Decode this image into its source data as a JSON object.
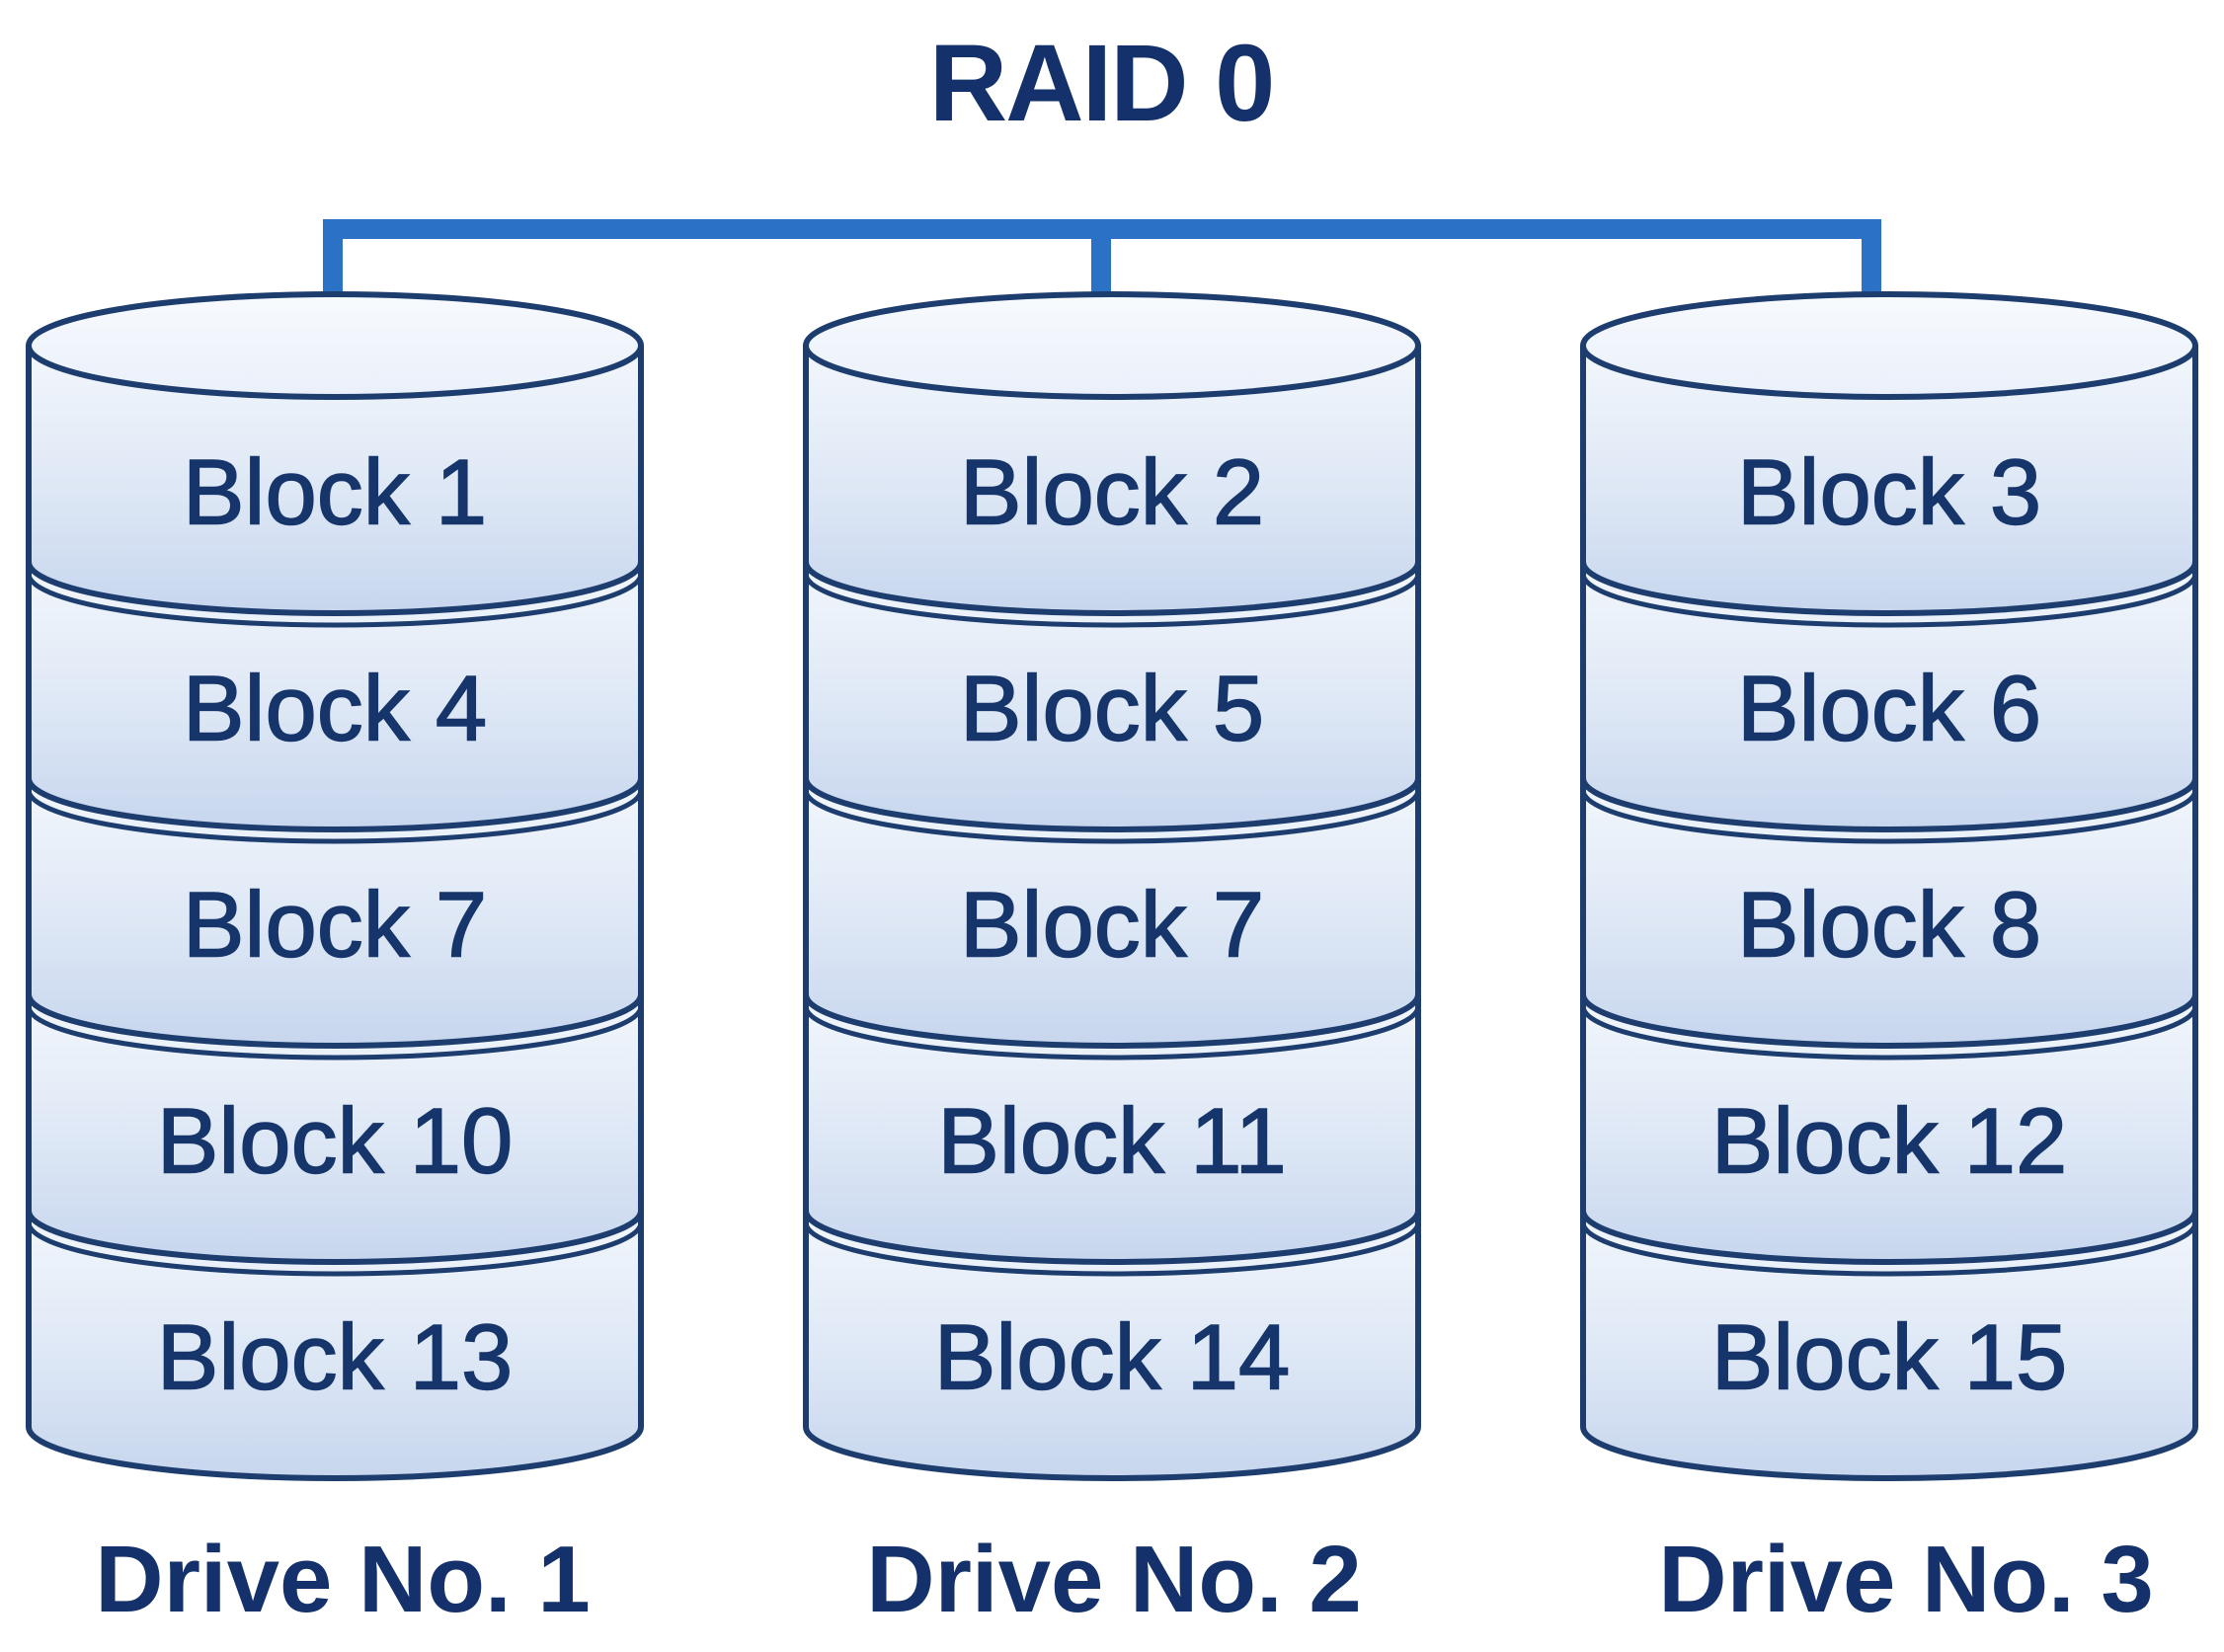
{
  "title": "RAID 0",
  "colors": {
    "bus_blue": "#2b72c6",
    "text_navy": "#16356b",
    "outline_navy": "#1d3d6f",
    "cylinder_fill_top": "#f3f7fc",
    "cylinder_fill_bottom": "#c7d6ee"
  },
  "drives": [
    {
      "label": "Drive No. 1",
      "blocks": [
        "Block 1",
        "Block 4",
        "Block 7",
        "Block 10",
        "Block 13"
      ]
    },
    {
      "label": "Drive No. 2",
      "blocks": [
        "Block 2",
        "Block 5",
        "Block 7",
        "Block 11",
        "Block 14"
      ]
    },
    {
      "label": "Drive No. 3",
      "blocks": [
        "Block 3",
        "Block 6",
        "Block 8",
        "Block 12",
        "Block 15"
      ]
    }
  ]
}
